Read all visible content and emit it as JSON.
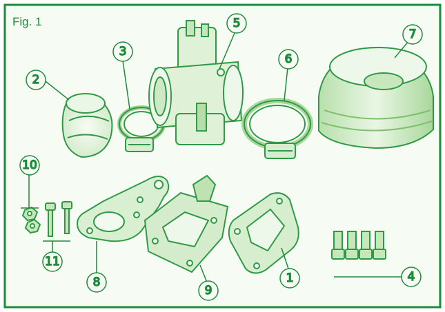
{
  "figure": {
    "title": "Fig. 1",
    "colors": {
      "frame": "#1e8a3a",
      "background": "#f4fbf1",
      "part_fill": "#e2f3dc",
      "part_stroke": "#2f9a45",
      "label": "#1e8a3a"
    },
    "callouts": [
      {
        "id": "1",
        "label": "1"
      },
      {
        "id": "2",
        "label": "2"
      },
      {
        "id": "3",
        "label": "3"
      },
      {
        "id": "4",
        "label": "4"
      },
      {
        "id": "5",
        "label": "5"
      },
      {
        "id": "6",
        "label": "6"
      },
      {
        "id": "7",
        "label": "7"
      },
      {
        "id": "8",
        "label": "8"
      },
      {
        "id": "9",
        "label": "9"
      },
      {
        "id": "10",
        "label": "10"
      },
      {
        "id": "11",
        "label": "11"
      }
    ]
  }
}
